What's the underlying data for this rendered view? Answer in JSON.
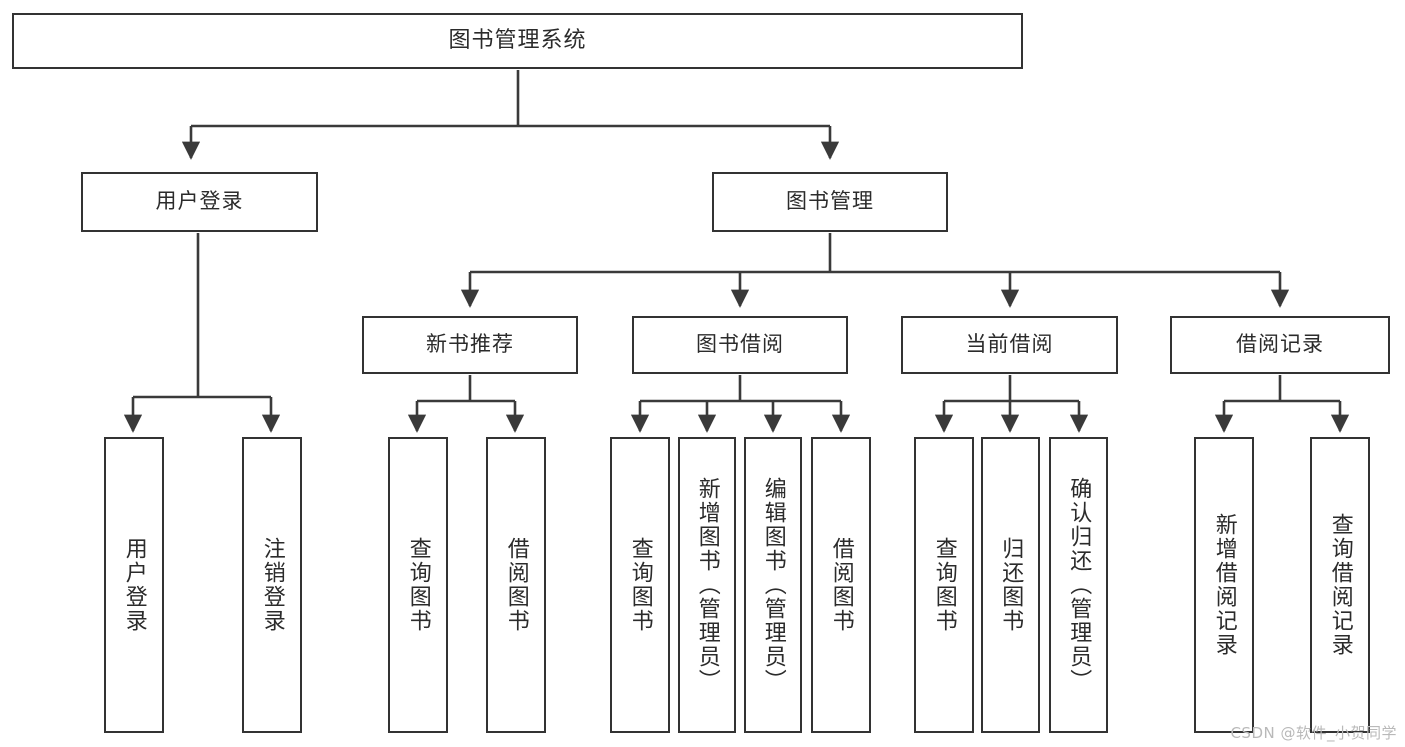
{
  "diagram": {
    "title": "图书管理系统",
    "type": "功能结构图",
    "watermark": "CSDN @软件_小贺同学",
    "colors": {
      "box_border": "#333333",
      "box_fill": "#ffffff",
      "line": "#3a3a3a",
      "text": "#2b2b2b",
      "watermark": "#b9b9b9",
      "background": "#ffffff"
    },
    "nodes": {
      "root": {
        "label": "图书管理系统"
      },
      "level2": [
        {
          "key": "user_login",
          "label": "用户登录"
        },
        {
          "key": "book_manage",
          "label": "图书管理"
        }
      ],
      "level3": [
        {
          "key": "new_book_rec",
          "label": "新书推荐"
        },
        {
          "key": "book_borrow",
          "label": "图书借阅"
        },
        {
          "key": "current_borrow",
          "label": "当前借阅"
        },
        {
          "key": "borrow_record",
          "label": "借阅记录"
        }
      ],
      "leaves": {
        "user_login": [
          {
            "key": "leaf_user_login",
            "label": "用户登录"
          },
          {
            "key": "leaf_logout",
            "label": "注销登录"
          }
        ],
        "new_book_rec": [
          {
            "key": "leaf_query_book_1",
            "label": "查询图书"
          },
          {
            "key": "leaf_borrow_book_1",
            "label": "借阅图书"
          }
        ],
        "book_borrow": [
          {
            "key": "leaf_query_book_2",
            "label": "查询图书"
          },
          {
            "key": "leaf_add_book",
            "label": "新增图书（管理员）"
          },
          {
            "key": "leaf_edit_book",
            "label": "编辑图书（管理员）"
          },
          {
            "key": "leaf_borrow_book_2",
            "label": "借阅图书"
          }
        ],
        "current_borrow": [
          {
            "key": "leaf_query_book_3",
            "label": "查询图书"
          },
          {
            "key": "leaf_return_book",
            "label": "归还图书"
          },
          {
            "key": "leaf_confirm_return",
            "label": "确认归还（管理员）"
          }
        ],
        "borrow_record": [
          {
            "key": "leaf_add_record",
            "label": "新增借阅记录"
          },
          {
            "key": "leaf_query_record",
            "label": "查询借阅记录"
          }
        ]
      }
    }
  }
}
